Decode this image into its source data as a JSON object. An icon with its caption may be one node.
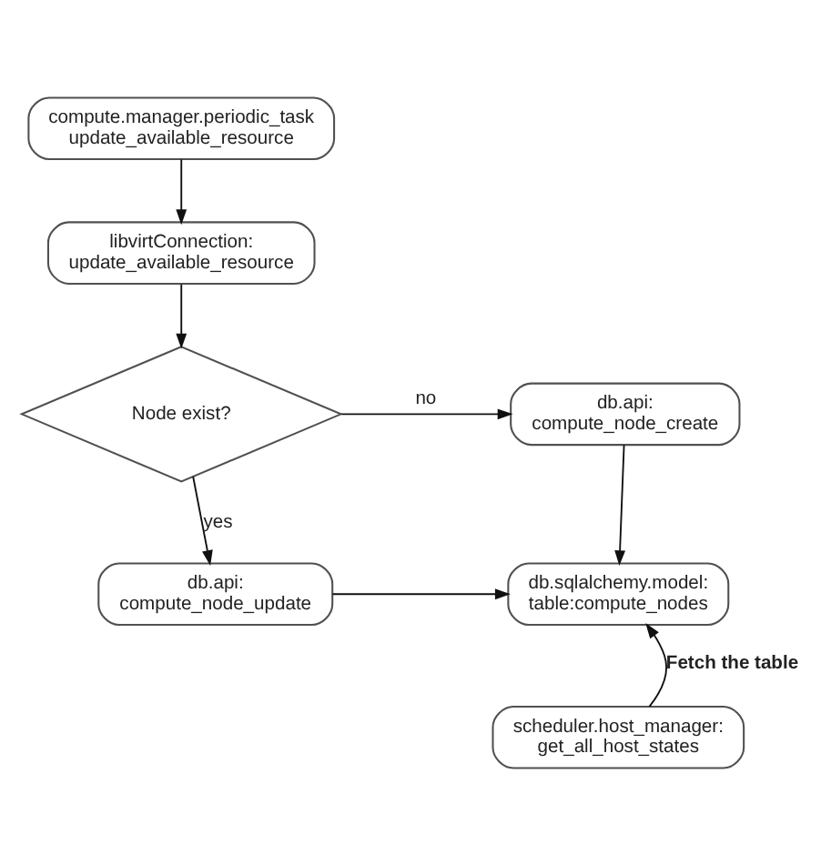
{
  "diagram": {
    "nodes": [
      {
        "text": [
          "compute.manager.periodic_task",
          "update_available_resource"
        ]
      },
      {
        "text": [
          "libvirtConnection:",
          "update_available_resource"
        ]
      },
      {
        "text": [
          "Node exist?"
        ]
      },
      {
        "text": [
          "db.api:",
          "compute_node_create"
        ]
      },
      {
        "text": [
          "db.api:",
          "compute_node_update"
        ]
      },
      {
        "text": [
          "db.sqlalchemy.model:",
          "table:compute_nodes"
        ]
      },
      {
        "text": [
          "scheduler.host_manager:",
          "get_all_host_states"
        ]
      }
    ],
    "edges": [
      {
        "from": 0,
        "to": 1,
        "arrow": "to"
      },
      {
        "from": 1,
        "to": 2,
        "arrow": "to"
      },
      {
        "from": 2,
        "to": 3,
        "arrow": "to",
        "label": "no"
      },
      {
        "from": 2,
        "to": 4,
        "arrow": "to",
        "label": "yes"
      },
      {
        "from": 3,
        "to": 5,
        "arrow": "to"
      },
      {
        "from": 4,
        "to": 5,
        "arrow": "to"
      },
      {
        "from": 6,
        "to": 5,
        "arrow": "to",
        "label": "Fetch the table"
      }
    ]
  }
}
